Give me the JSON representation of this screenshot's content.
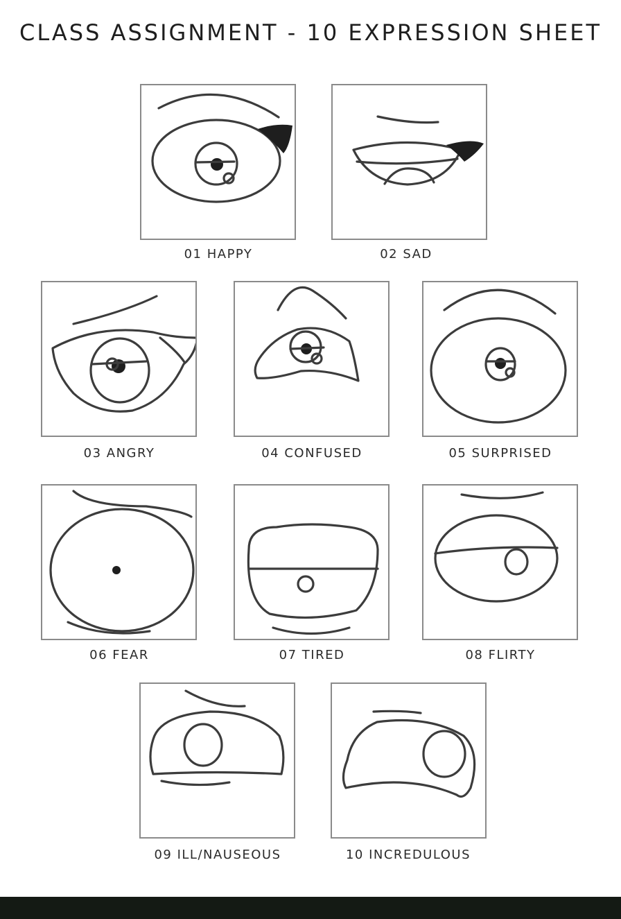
{
  "sheet": {
    "title": "CLASS ASSIGNMENT - 10 EXPRESSION SHEET",
    "expressions": [
      {
        "label": "01 HAPPY"
      },
      {
        "label": "02 SAD"
      },
      {
        "label": "03 ANGRY"
      },
      {
        "label": "04 CONFUSED"
      },
      {
        "label": "05 SURPRISED"
      },
      {
        "label": "06 FEAR"
      },
      {
        "label": "07 TIRED"
      },
      {
        "label": "08 FLIRTY"
      },
      {
        "label": "09 ILL/NAUSEOUS"
      },
      {
        "label": "10 INCREDULOUS"
      }
    ]
  }
}
